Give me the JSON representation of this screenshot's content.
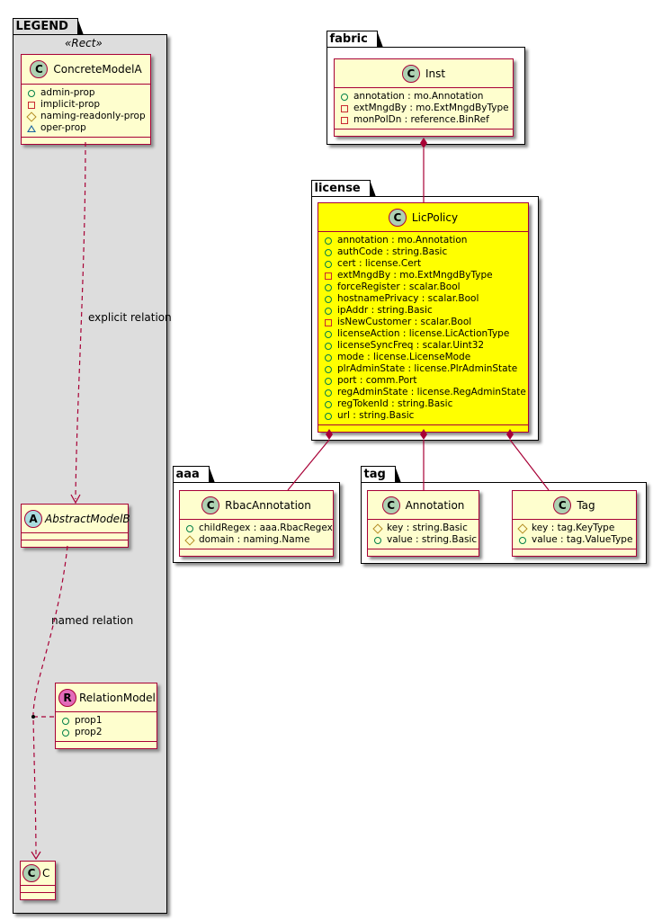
{
  "legend": {
    "package_name": "LEGEND",
    "stereotype": "«Rect»",
    "concrete": {
      "badge": "C",
      "name": "ConcreteModelA",
      "attributes": [
        {
          "vis": "public",
          "text": "admin-prop"
        },
        {
          "vis": "private",
          "text": "implicit-prop"
        },
        {
          "vis": "protected",
          "text": "naming-readonly-prop"
        },
        {
          "vis": "package",
          "text": "oper-prop"
        }
      ]
    },
    "abstract": {
      "badge": "A",
      "name": "AbstractModelB"
    },
    "relation_model": {
      "badge": "R",
      "name": "RelationModel",
      "attributes": [
        {
          "vis": "public",
          "text": "prop1"
        },
        {
          "vis": "public",
          "text": "prop2"
        }
      ]
    },
    "c_class": {
      "badge": "C",
      "name": "C"
    },
    "edge_explicit": "explicit relation",
    "edge_named": "named relation"
  },
  "packages": {
    "fabric": {
      "name": "fabric",
      "classes": [
        {
          "badge": "C",
          "name": "Inst",
          "attributes": [
            {
              "vis": "public",
              "text": "annotation : mo.Annotation"
            },
            {
              "vis": "private",
              "text": "extMngdBy : mo.ExtMngdByType"
            },
            {
              "vis": "private",
              "text": "monPolDn : reference.BinRef"
            }
          ]
        }
      ]
    },
    "license": {
      "name": "license",
      "classes": [
        {
          "badge": "C",
          "name": "LicPolicy",
          "highlight": "#FFFF00",
          "attributes": [
            {
              "vis": "public",
              "text": "annotation : mo.Annotation"
            },
            {
              "vis": "public",
              "text": "authCode : string.Basic"
            },
            {
              "vis": "public",
              "text": "cert : license.Cert"
            },
            {
              "vis": "private",
              "text": "extMngdBy : mo.ExtMngdByType"
            },
            {
              "vis": "public",
              "text": "forceRegister : scalar.Bool"
            },
            {
              "vis": "public",
              "text": "hostnamePrivacy : scalar.Bool"
            },
            {
              "vis": "public",
              "text": "ipAddr : string.Basic"
            },
            {
              "vis": "private",
              "text": "isNewCustomer : scalar.Bool"
            },
            {
              "vis": "public",
              "text": "licenseAction : license.LicActionType"
            },
            {
              "vis": "public",
              "text": "licenseSyncFreq : scalar.Uint32"
            },
            {
              "vis": "public",
              "text": "mode : license.LicenseMode"
            },
            {
              "vis": "public",
              "text": "plrAdminState : license.PlrAdminState"
            },
            {
              "vis": "public",
              "text": "port : comm.Port"
            },
            {
              "vis": "public",
              "text": "regAdminState : license.RegAdminState"
            },
            {
              "vis": "public",
              "text": "regTokenId : string.Basic"
            },
            {
              "vis": "public",
              "text": "url : string.Basic"
            }
          ]
        }
      ]
    },
    "aaa": {
      "name": "aaa",
      "classes": [
        {
          "badge": "C",
          "name": "RbacAnnotation",
          "attributes": [
            {
              "vis": "public",
              "text": "childRegex : aaa.RbacRegex"
            },
            {
              "vis": "protected",
              "text": "domain : naming.Name"
            }
          ]
        }
      ]
    },
    "tag": {
      "name": "tag",
      "classes": [
        {
          "badge": "C",
          "name": "Annotation",
          "attributes": [
            {
              "vis": "protected",
              "text": "key : string.Basic"
            },
            {
              "vis": "public",
              "text": "value : string.Basic"
            }
          ]
        },
        {
          "badge": "C",
          "name": "Tag",
          "attributes": [
            {
              "vis": "protected",
              "text": "key : tag.KeyType"
            },
            {
              "vis": "public",
              "text": "value : tag.ValueType"
            }
          ]
        }
      ]
    }
  },
  "relations": [
    {
      "from": "Inst",
      "to": "LicPolicy",
      "type": "composition"
    },
    {
      "from": "LicPolicy",
      "to": "RbacAnnotation",
      "type": "composition"
    },
    {
      "from": "LicPolicy",
      "to": "Annotation",
      "type": "composition"
    },
    {
      "from": "LicPolicy",
      "to": "Tag",
      "type": "composition"
    },
    {
      "from": "ConcreteModelA",
      "to": "AbstractModelB",
      "type": "dependency",
      "label": "explicit relation"
    },
    {
      "from": "AbstractModelB",
      "to": "C",
      "type": "dependency",
      "label": "named relation",
      "association_class": "RelationModel"
    }
  ],
  "colors": {
    "class_fill": "#FEFECE",
    "class_border": "#A80036",
    "highlight_fill": "#FFFF00",
    "legend_fill": "#DDDDDD",
    "edge": "#A80036"
  }
}
